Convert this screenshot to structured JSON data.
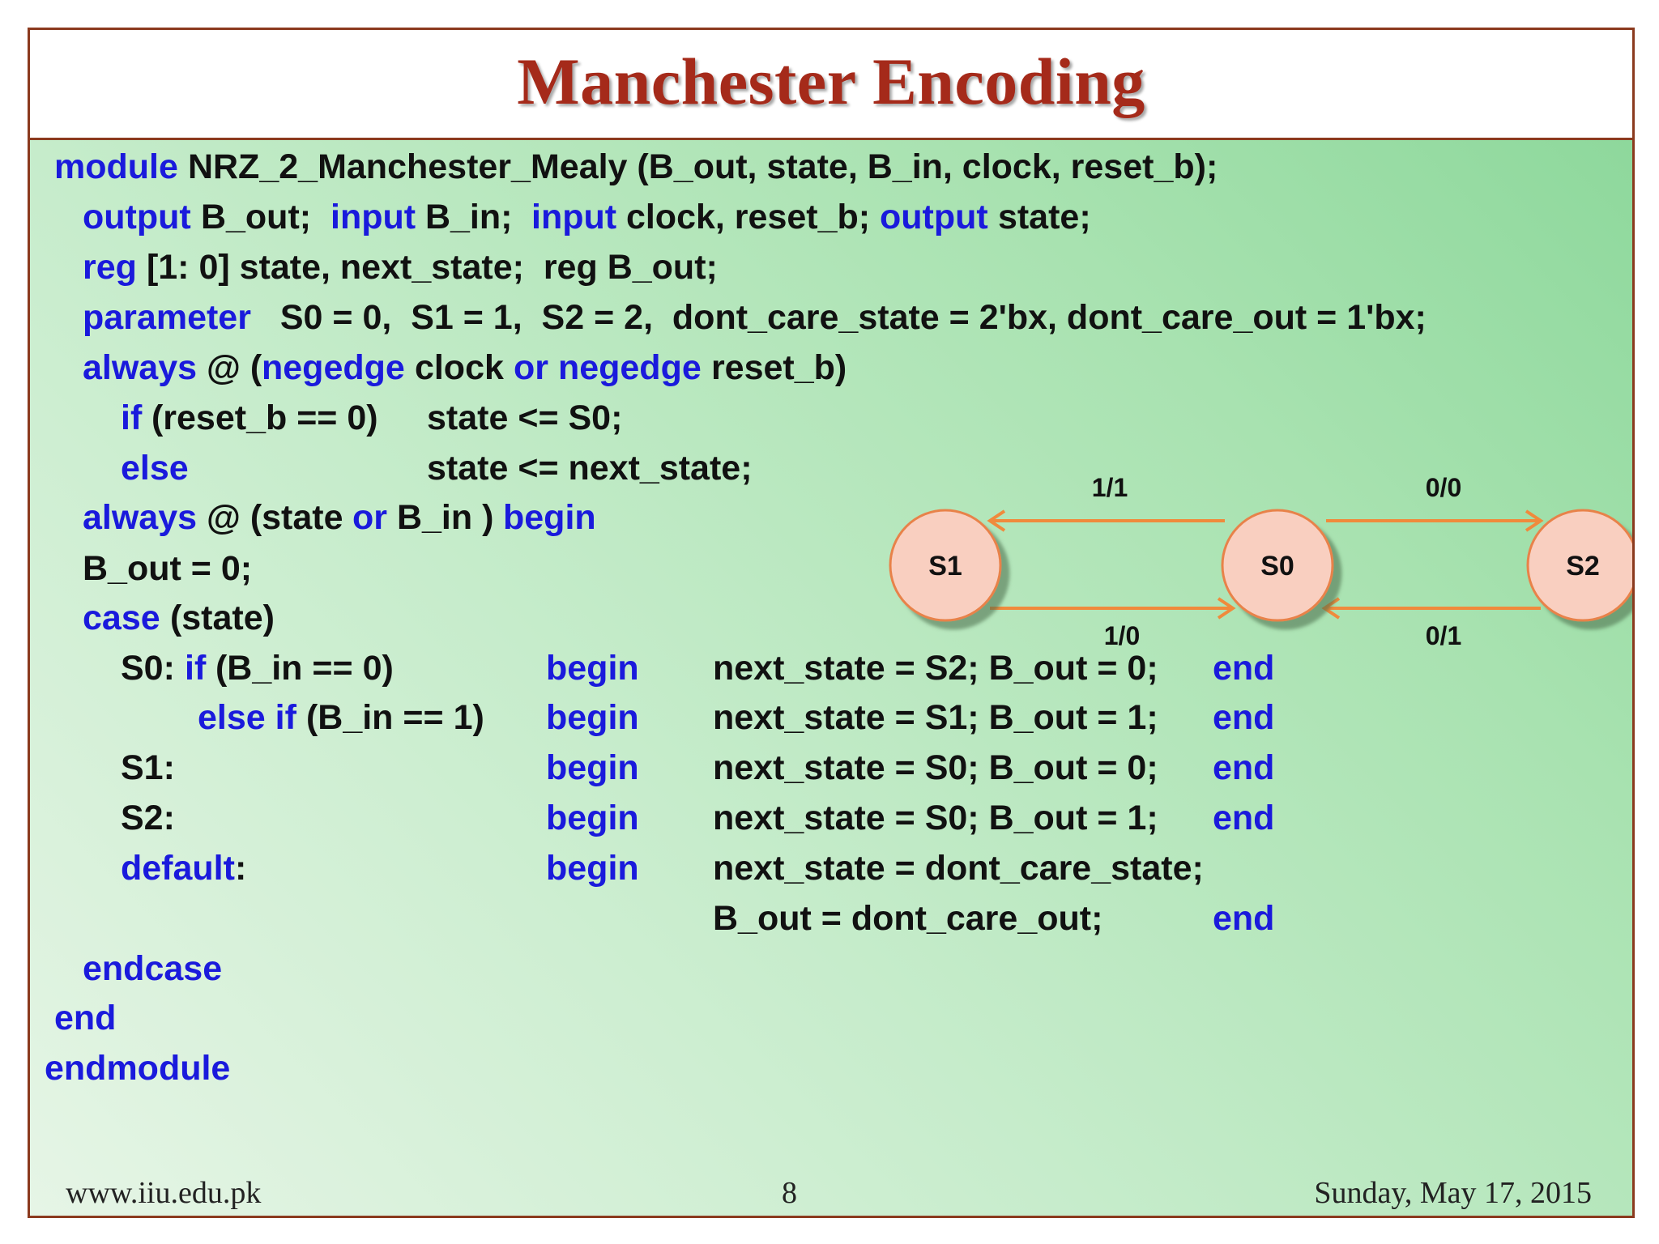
{
  "slide": {
    "title": "Manchester Encoding",
    "footer": {
      "website": "www.iiu.edu.pk",
      "page_number": "8",
      "date": "Sunday, May 17, 2015"
    }
  },
  "colors": {
    "title": "#a52a1a",
    "keyword": "#1a1adc",
    "text": "#111111",
    "frame": "#8b3a1e",
    "state_fill": "#f9cfc0",
    "state_stroke": "#e8824a",
    "arrow": "#f08a3c"
  },
  "code": {
    "lines": [
      {
        "seg": [
          {
            "text": "module",
            "kw": true
          },
          {
            "text": " NRZ_2_Manchester_Mealy (B_out, state, B_in, clock, reset_b);",
            "kw": false
          }
        ]
      },
      {
        "seg": [
          {
            "text": "output",
            "kw": true
          },
          {
            "text": " B_out;  ",
            "kw": false
          },
          {
            "text": "input",
            "kw": true
          },
          {
            "text": " B_in;  ",
            "kw": false
          },
          {
            "text": "input",
            "kw": true
          },
          {
            "text": " clock, reset_b; ",
            "kw": false
          },
          {
            "text": "output",
            "kw": true
          },
          {
            "text": " state;",
            "kw": false
          }
        ]
      },
      {
        "seg": [
          {
            "text": "reg",
            "kw": true
          },
          {
            "text": " [1: 0] state, next_state;  reg B_out;",
            "kw": false
          }
        ]
      },
      {
        "seg": [
          {
            "text": "parameter",
            "kw": true
          },
          {
            "text": "   S0 = 0,  S1 = 1,  S2 = 2,  dont_care_state = 2'bx, dont_care_out = 1'bx;",
            "kw": false
          }
        ]
      },
      {
        "seg": [
          {
            "text": "always",
            "kw": true
          },
          {
            "text": " @ (",
            "kw": false
          },
          {
            "text": "negedge",
            "kw": true
          },
          {
            "text": " clock ",
            "kw": false
          },
          {
            "text": "or negedge",
            "kw": true
          },
          {
            "text": " reset_b)",
            "kw": false
          }
        ]
      },
      {
        "seg": [
          {
            "text": "if",
            "kw": true
          },
          {
            "text": " (reset_b == 0)",
            "kw": false
          },
          {
            "text": "state <= S0;",
            "kw": false
          }
        ]
      },
      {
        "seg": [
          {
            "text": "else",
            "kw": true
          },
          {
            "text": "state <= next_state;",
            "kw": false
          }
        ]
      },
      {
        "seg": [
          {
            "text": "always",
            "kw": true
          },
          {
            "text": " @ (state ",
            "kw": false
          },
          {
            "text": "or",
            "kw": true
          },
          {
            "text": " B_in ) ",
            "kw": false
          },
          {
            "text": "begin",
            "kw": true
          }
        ]
      },
      {
        "seg": [
          {
            "text": "B_out = 0;",
            "kw": false
          }
        ]
      },
      {
        "seg": [
          {
            "text": "case",
            "kw": true
          },
          {
            "text": " (state)",
            "kw": false
          }
        ]
      },
      {
        "seg": [
          {
            "text": "S0: ",
            "kw": false
          },
          {
            "text": "if",
            "kw": true
          },
          {
            "text": " (B_in == 0)",
            "kw": false
          },
          {
            "text": "begin",
            "kw": true
          },
          {
            "text": "next_state = S2; B_out = 0;",
            "kw": false
          },
          {
            "text": "end",
            "kw": true
          }
        ]
      },
      {
        "seg": [
          {
            "text": "else if",
            "kw": true
          },
          {
            "text": " (B_in == 1)",
            "kw": false
          },
          {
            "text": "begin",
            "kw": true
          },
          {
            "text": "next_state = S1; B_out = 1;",
            "kw": false
          },
          {
            "text": "end",
            "kw": true
          }
        ]
      },
      {
        "seg": [
          {
            "text": "S1:",
            "kw": false
          },
          {
            "text": "begin",
            "kw": true
          },
          {
            "text": "next_state = S0; B_out = 0;",
            "kw": false
          },
          {
            "text": "end",
            "kw": true
          }
        ]
      },
      {
        "seg": [
          {
            "text": "S2:",
            "kw": false
          },
          {
            "text": "begin",
            "kw": true
          },
          {
            "text": "next_state = S0; B_out = 1;",
            "kw": false
          },
          {
            "text": "end",
            "kw": true
          }
        ]
      },
      {
        "seg": [
          {
            "text": "default",
            "kw": true
          },
          {
            "text": ":",
            "kw": false
          },
          {
            "text": "begin",
            "kw": true
          },
          {
            "text": "next_state = dont_care_state;",
            "kw": false
          }
        ]
      },
      {
        "seg": [
          {
            "text": "B_out = dont_care_out;",
            "kw": false
          },
          {
            "text": "end",
            "kw": true
          }
        ]
      },
      {
        "seg": [
          {
            "text": "endcase",
            "kw": true
          }
        ]
      },
      {
        "seg": [
          {
            "text": "end",
            "kw": true
          }
        ]
      },
      {
        "seg": [
          {
            "text": "endmodule",
            "kw": true
          }
        ]
      }
    ]
  },
  "diagram": {
    "states": [
      "S1",
      "S0",
      "S2"
    ],
    "transitions": [
      {
        "from": "S0",
        "to": "S1",
        "label": "1/1"
      },
      {
        "from": "S1",
        "to": "S0",
        "label": "1/0"
      },
      {
        "from": "S0",
        "to": "S2",
        "label": "0/0"
      },
      {
        "from": "S2",
        "to": "S0",
        "label": "0/1"
      }
    ]
  }
}
